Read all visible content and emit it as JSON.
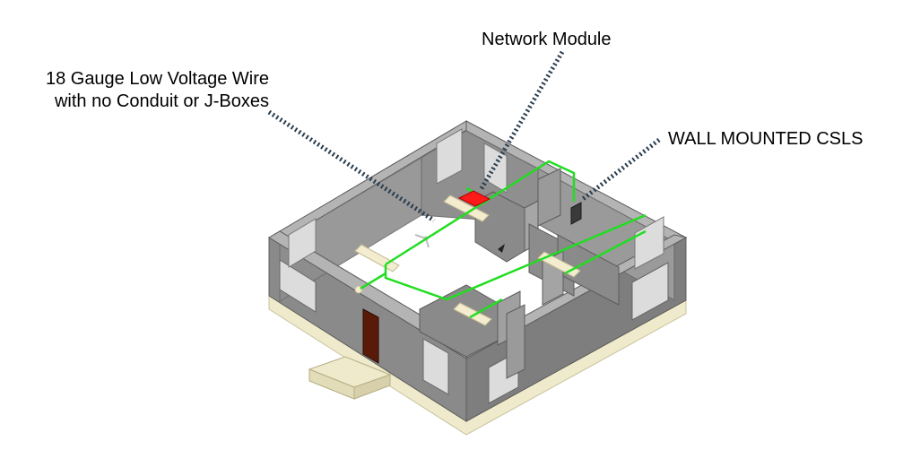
{
  "callouts": {
    "wire": {
      "line1": "18 Gauge Low Voltage Wire",
      "line2": "with no Conduit or J-Boxes"
    },
    "network_module": "Network Module",
    "wall_csls": "WALL MOUNTED CSLS"
  },
  "colors": {
    "wall": "#8a8a8a",
    "wall_top": "#b4b4b4",
    "wall_shadow": "#6e6e6e",
    "floor": "#ffffff",
    "base": "#efeacb",
    "wire": "#22dd22",
    "network_module": "#ff1a1a",
    "door": "#5a1a0a",
    "fixture": "#f3eccf",
    "leader": "#2a3d4f",
    "window": "#dcdcdc"
  },
  "icons": {
    "ceiling_fan": "ceiling-fan-icon",
    "csls_panel": "wall-mounted-csls-icon"
  }
}
